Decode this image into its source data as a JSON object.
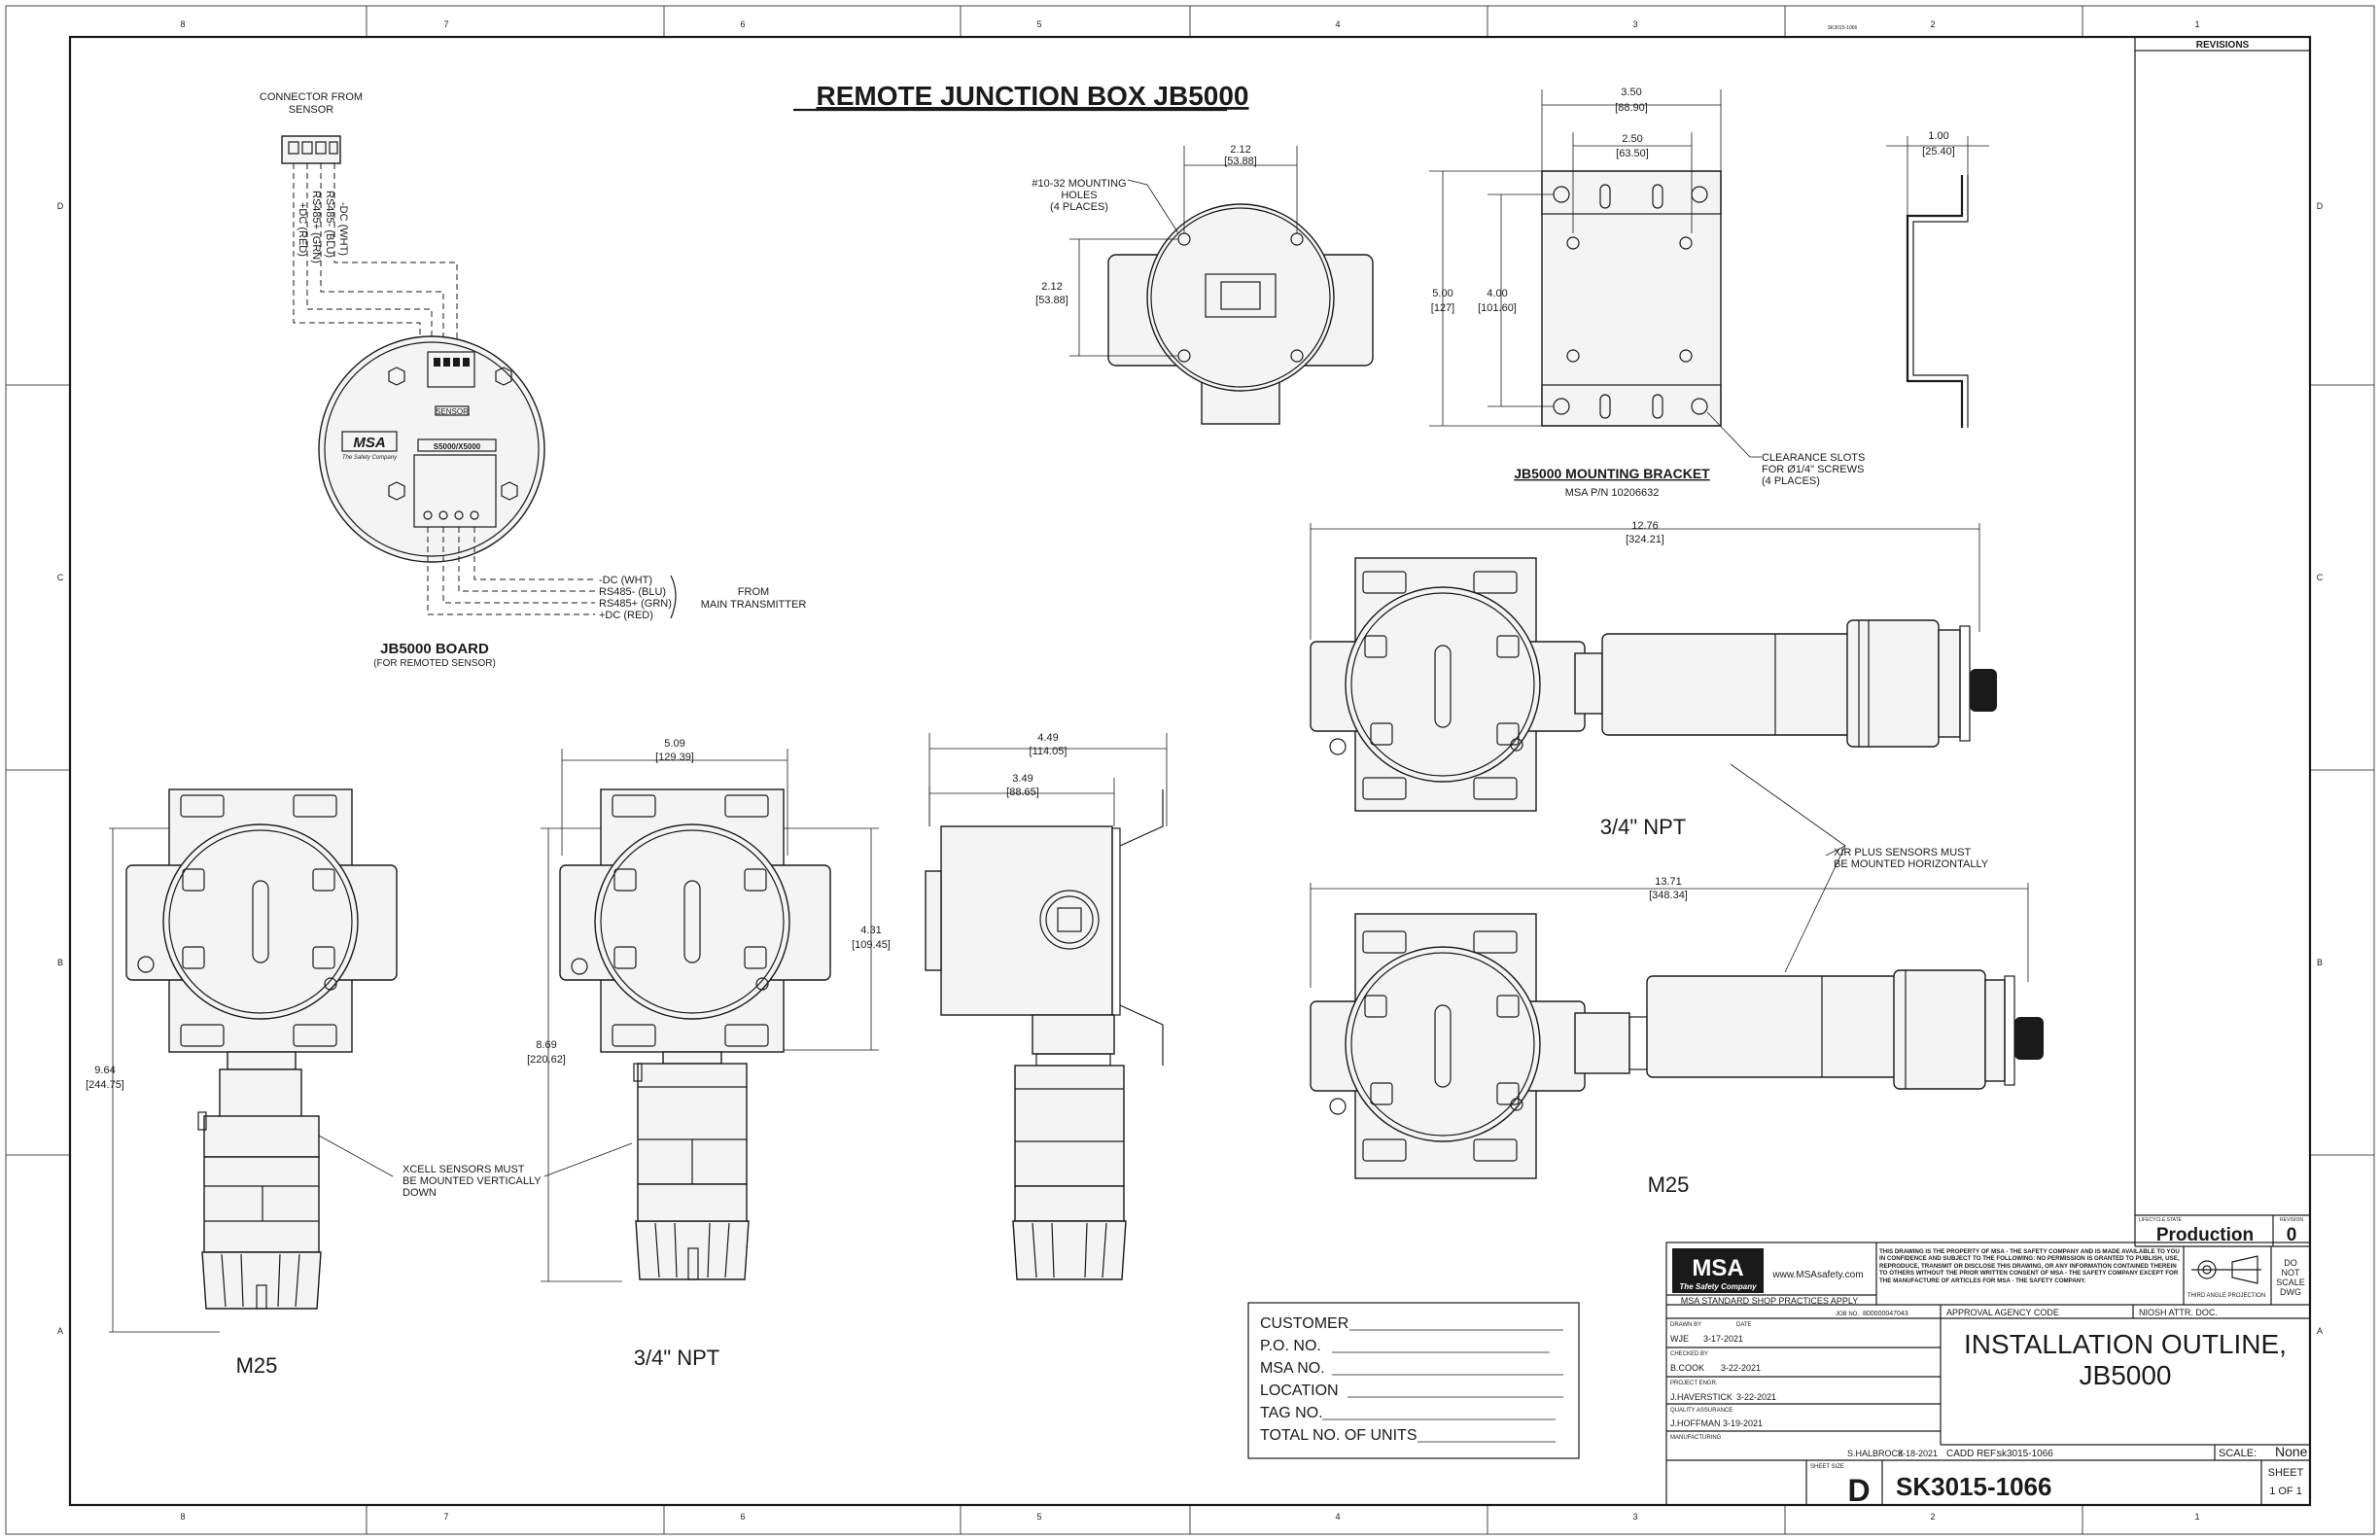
{
  "title": "REMOTE JUNCTION BOX JB5000",
  "border": {
    "col_labels": [
      "8",
      "7",
      "6",
      "5",
      "4",
      "3",
      "2",
      "1"
    ],
    "row_labels": [
      "D",
      "C",
      "B",
      "A"
    ],
    "top_code": "SK3015-1066"
  },
  "revisions": {
    "header": "REVISIONS"
  },
  "board": {
    "connector_label_1": "CONNECTOR FROM",
    "connector_label_2": "SENSOR",
    "upper_wires": [
      "-DC (WHT)",
      "RS485- (BLU)",
      "RS485+ (GRN)",
      "+DC (RED)"
    ],
    "sensor_text": "SENSOR",
    "logo": "MSA",
    "logo_sub": "The Safety Company",
    "model_text": "S5000/X5000",
    "lower_wires": [
      "-DC  (WHT)",
      "RS485- (BLU)",
      "RS485+ (GRN)",
      "+DC (RED)"
    ],
    "from_1": "FROM",
    "from_2": "MAIN TRANSMITTER",
    "caption": "JB5000 BOARD",
    "caption_sub": "(FOR REMOTED SENSOR)"
  },
  "top_view": {
    "mount_holes_1": "#10-32 MOUNTING",
    "mount_holes_2": "HOLES",
    "mount_holes_3": "(4 PLACES)",
    "dim_w": "2.12",
    "dim_w_mm": "[53.88]",
    "dim_h": "2.12",
    "dim_h_mm": "[53.88]"
  },
  "bracket": {
    "dim_outer": "3.50",
    "dim_outer_mm": "[88.90]",
    "dim_inner": "2.50",
    "dim_inner_mm": "[63.50]",
    "dim_h": "5.00",
    "dim_h_mm": "[127]",
    "dim_h2": "4.00",
    "dim_h2_mm": "[101.60]",
    "dim_side": "1.00",
    "dim_side_mm": "[25.40]",
    "slots_1": "CLEARANCE SLOTS",
    "slots_2": "FOR Ø1/4\" SCREWS",
    "slots_3": "(4 PLACES)",
    "caption": "JB5000 MOUNTING BRACKET",
    "caption_sub": "MSA P/N 10206632"
  },
  "horizontal": {
    "npt_dim": "12.76",
    "npt_dim_mm": "[324.21]",
    "npt_label": "3/4\" NPT",
    "m25_dim": "13.71",
    "m25_dim_mm": "[348.34]",
    "m25_label": "M25",
    "note_1": "XIR PLUS SENSORS MUST",
    "note_2": "BE MOUNTED HORIZONTALLY"
  },
  "vertical": {
    "m25_dim": "9.64",
    "m25_dim_mm": "[244.75]",
    "m25_label": "M25",
    "npt_w": "5.09",
    "npt_w_mm": "[129.39]",
    "npt_h": "8.69",
    "npt_h_mm": "[220.62]",
    "npt_h2": "4.31",
    "npt_h2_mm": "[109.45]",
    "npt_label": "3/4\" NPT",
    "side_w1": "4.49",
    "side_w1_mm": "[114.05]",
    "side_w2": "3.49",
    "side_w2_mm": "[88.65]",
    "note_1": "XCELL SENSORS MUST",
    "note_2": "BE MOUNTED VERTICALLY",
    "note_3": "DOWN"
  },
  "customer_form": {
    "fields": [
      "CUSTOMER",
      "P.O. NO.",
      "MSA NO.",
      "LOCATION",
      "TAG NO.",
      "TOTAL NO. OF UNITS"
    ]
  },
  "title_block": {
    "lifecycle_label": "LIFECYCLE STATE",
    "lifecycle": "Production",
    "revision_label": "REVISION",
    "revision": "0",
    "logo": "MSA",
    "logo_sub": "The Safety Company",
    "website": "www.MSAsafety.com",
    "shop_practices": "MSA STANDARD SHOP PRACTICES APPLY",
    "legal": "THIS DRAWING IS THE PROPERTY OF MSA - THE SAFETY COMPANY AND IS MADE AVAILABLE TO YOU IN CONFIDENCE AND SUBJECT TO THE FOLLOWING: NO PERMISSION IS GRANTED TO PUBLISH, USE, REPRODUCE, TRANSMIT OR DISCLOSE THIS DRAWING, OR ANY INFORMATION CONTAINED THEREIN TO OTHERS WITHOUT THE PRIOR WRITTEN CONSENT OF MSA - THE SAFETY COMPANY EXCEPT FOR THE MANUFACTURE OF ARTICLES FOR MSA - THE SAFETY COMPANY.",
    "projection": "THIRD ANGLE PROJECTION",
    "do_not_scale": [
      "DO",
      "NOT",
      "SCALE",
      "DWG"
    ],
    "job_no_label": "JOB NO.",
    "job_no": "800000047043",
    "approval": "APPROVAL AGENCY CODE",
    "niosh": "NIOSH ATTR. DOC.",
    "drawn_label": "DRAWN BY",
    "date_label": "DATE",
    "drawn_by": "WJE",
    "drawn_date": "3-17-2021",
    "checked_label": "CHECKED BY",
    "checked_by": "B.COOK",
    "checked_date": "3-22-2021",
    "project_label": "PROJECT ENGR.",
    "project_by": "J.HAVERSTICK",
    "project_date": "3-22-2021",
    "quality_label": "QUALITY ASSURANCE",
    "quality_by": "J.HOFFMAN",
    "quality_date": "3-19-2021",
    "mfg_label": "MANUFACTURING",
    "mfg_by": "S.HALBROCK",
    "mfg_date": "3-18-2021",
    "title_1": "INSTALLATION OUTLINE,",
    "title_2": "JB5000",
    "cadd_ref_label": "CADD REF:",
    "cadd_ref": "sk3015-1066",
    "scale_label": "SCALE:",
    "scale": "None",
    "size_label": "SHEET SIZE",
    "size": "D",
    "drawing_no": "SK3015-1066",
    "sheet_label": "SHEET",
    "sheet": "1 OF 1"
  }
}
